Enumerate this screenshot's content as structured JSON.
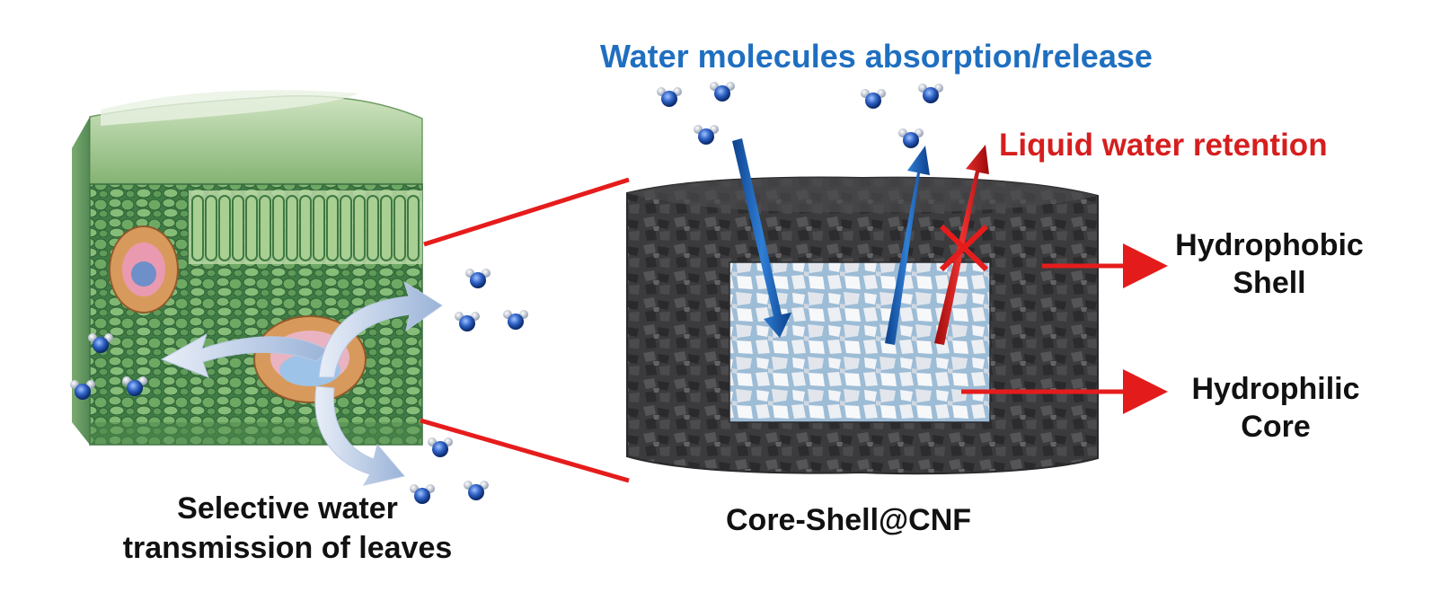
{
  "labels": {
    "water_absorption": "Water molecules absorption/release",
    "liquid_retention": "Liquid water retention",
    "hydrophobic_line1": "Hydrophobic",
    "hydrophobic_line2": "Shell",
    "hydrophilic_line1": "Hydrophilic",
    "hydrophilic_line2": "Core",
    "core_shell": "Core-Shell@CNF",
    "leaf_line1": "Selective water",
    "leaf_line2": "transmission of leaves"
  },
  "colors": {
    "blue_label": "#1f6fc0",
    "red_label": "#d61e1e",
    "shell": "#3c3c3e",
    "core": "#c9dcea",
    "leaf_green": "#5f9a5a"
  }
}
